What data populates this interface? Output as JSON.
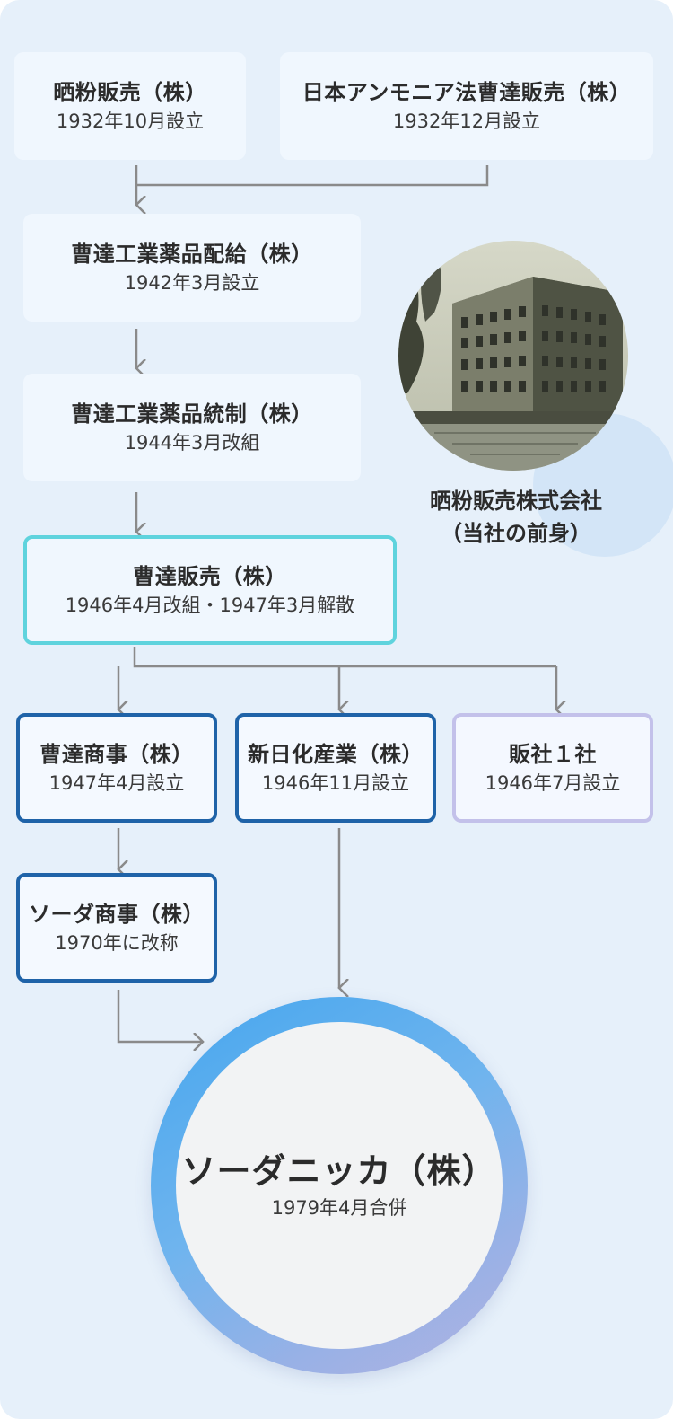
{
  "nodes": {
    "n1": {
      "title": "晒粉販売（株）",
      "sub": "1932年10月設立"
    },
    "n2": {
      "title": "日本アンモニア法曹達販売（株）",
      "sub": "1932年12月設立"
    },
    "n3": {
      "title": "曹達工業薬品配給（株）",
      "sub": "1942年3月設立"
    },
    "n4": {
      "title": "曹達工業薬品統制（株）",
      "sub": "1944年3月改組"
    },
    "n5": {
      "title": "曹達販売（株）",
      "sub": "1946年4月改組・1947年3月解散"
    },
    "n6": {
      "title": "曹達商事（株）",
      "sub": "1947年4月設立"
    },
    "n7": {
      "title": "新日化産業（株）",
      "sub": "1946年11月設立"
    },
    "n8": {
      "title": "販社１社",
      "sub": "1946年7月設立"
    },
    "n9": {
      "title": "ソーダ商事（株）",
      "sub": "1970年に改称"
    },
    "final": {
      "title": "ソーダニッカ（株）",
      "sub": "1979年4月合併"
    }
  },
  "photo": {
    "caption_line1": "晒粉販売株式会社",
    "caption_line2": "（当社の前身）"
  },
  "colors": {
    "background": "#e6f0fa",
    "box": "#f0f7fe",
    "teal_border": "#5fd3dd",
    "blue_border": "#1f63a8",
    "lavender_border": "#c3c1ea",
    "connector": "#8a8a8a"
  }
}
